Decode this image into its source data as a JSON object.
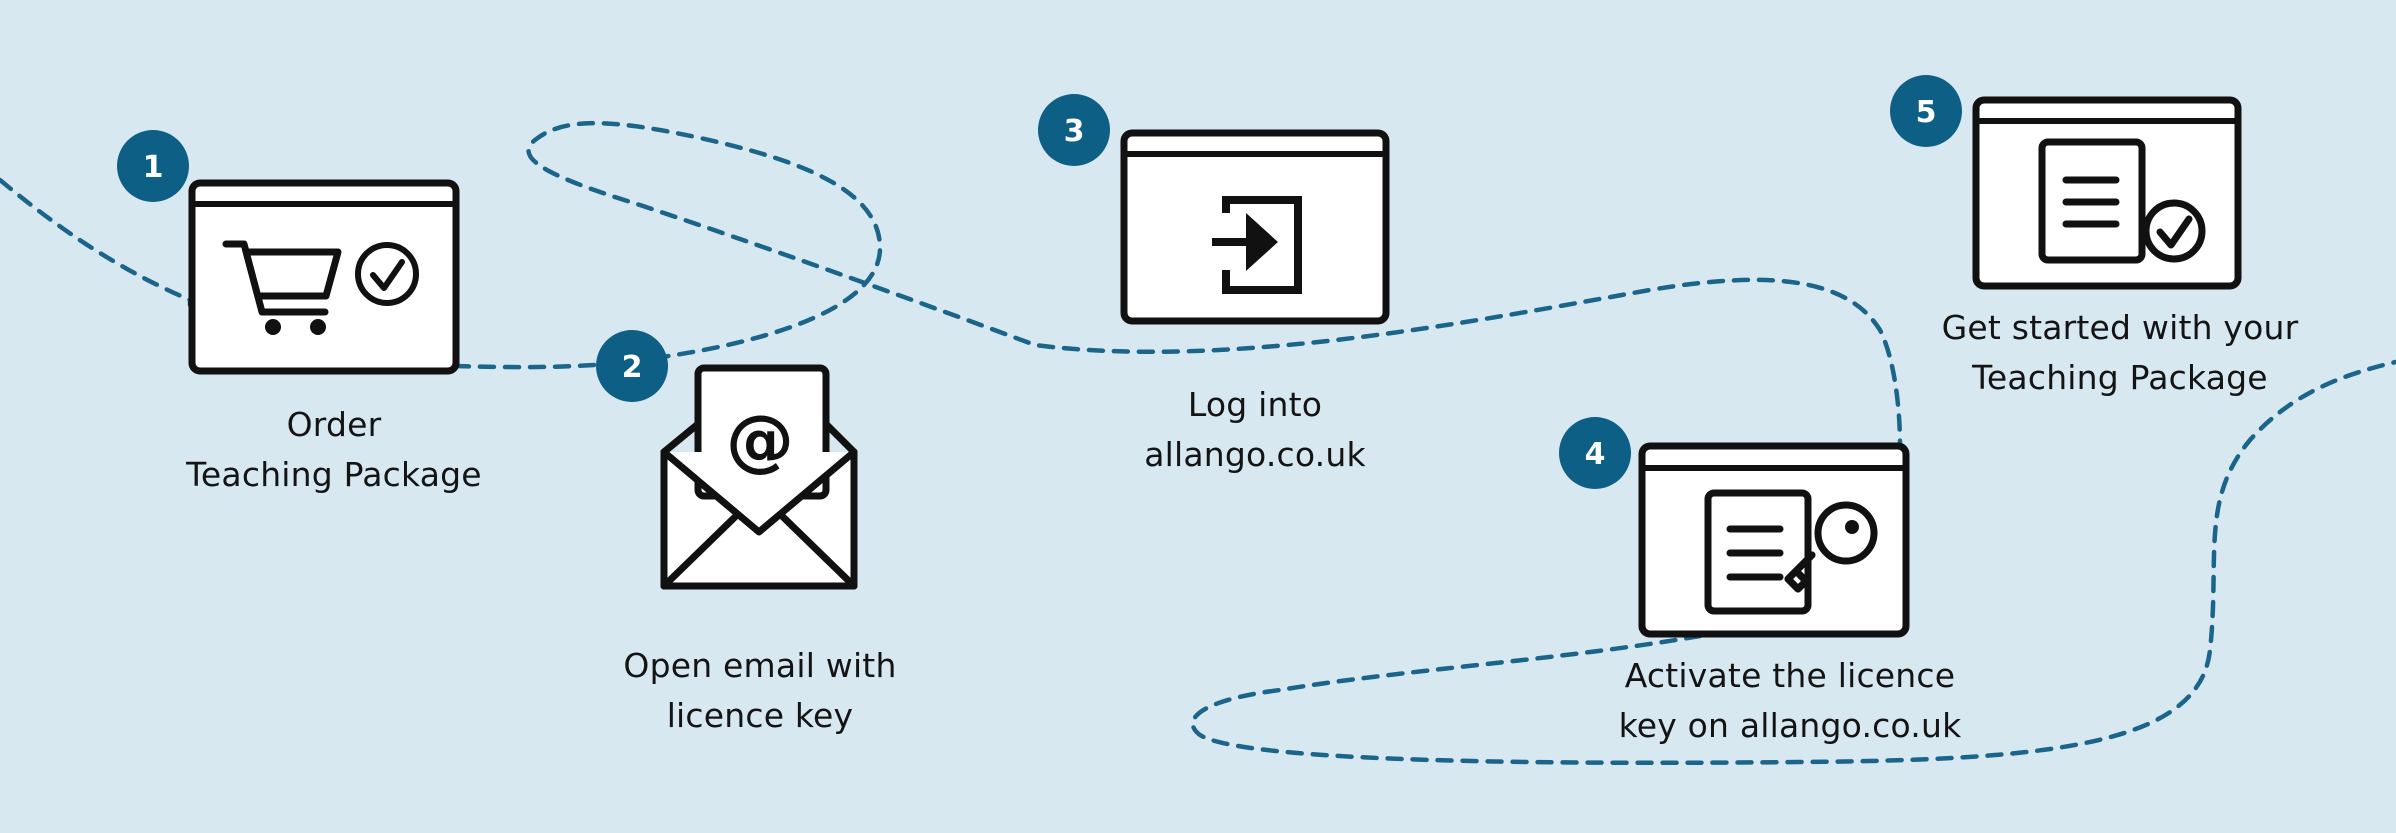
{
  "steps": [
    {
      "number": "1",
      "label_line1": "Order",
      "label_line2": "Teaching Package",
      "icon": "shopping-cart-check-icon"
    },
    {
      "number": "2",
      "label_line1": "Open email with",
      "label_line2": "licence key",
      "icon": "envelope-at-icon"
    },
    {
      "number": "3",
      "label_line1": "Log into",
      "label_line2": "allango.co.uk",
      "icon": "login-icon"
    },
    {
      "number": "4",
      "label_line1": "Activate the licence",
      "label_line2": "key on allango.co.uk",
      "icon": "document-key-icon"
    },
    {
      "number": "5",
      "label_line1": "Get started with your",
      "label_line2": "Teaching Package",
      "icon": "document-check-icon"
    }
  ],
  "colors": {
    "background": "#d8e8f1",
    "accent": "#0e5f86",
    "icon_stroke": "#111111",
    "icon_fill": "#ffffff"
  }
}
